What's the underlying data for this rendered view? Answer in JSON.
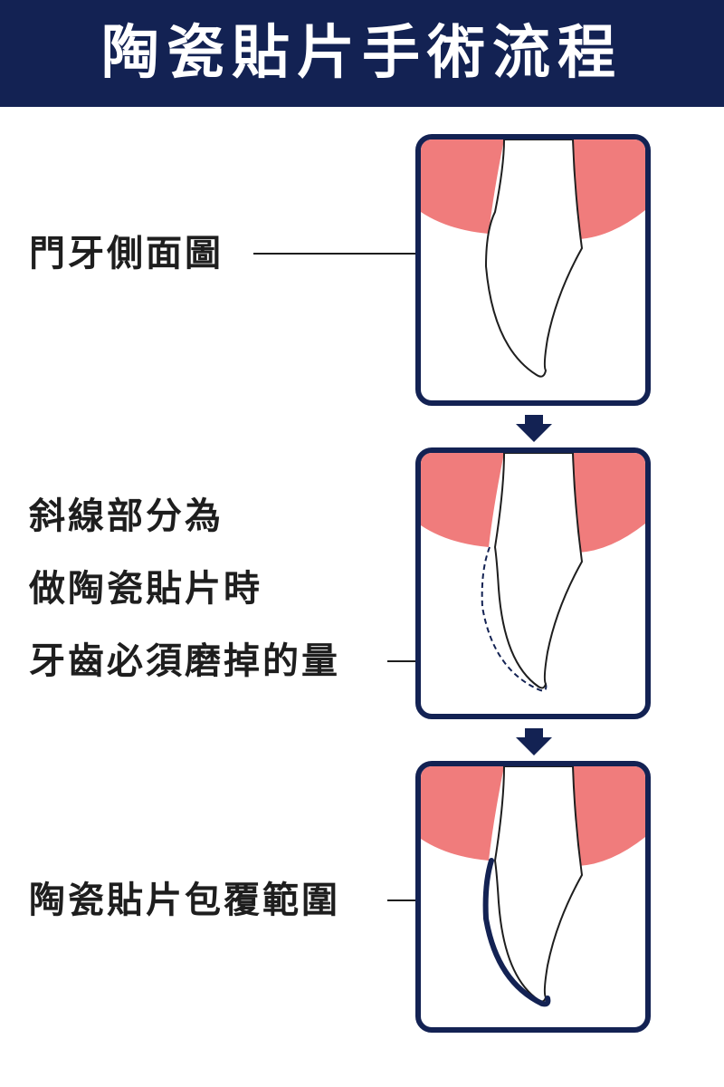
{
  "header": {
    "title": "陶瓷貼片手術流程"
  },
  "colors": {
    "header_bg": "#132253",
    "panel_border": "#132253",
    "gum": "#f07c7c",
    "veneer": "#132253",
    "text": "#1e1e1e"
  },
  "steps": [
    {
      "lines": [
        "門牙側面圖"
      ]
    },
    {
      "lines": [
        "斜線部分為",
        "做陶瓷貼片時",
        "牙齒必須磨掉的量"
      ]
    },
    {
      "lines": [
        "陶瓷貼片包覆範圍"
      ]
    }
  ]
}
